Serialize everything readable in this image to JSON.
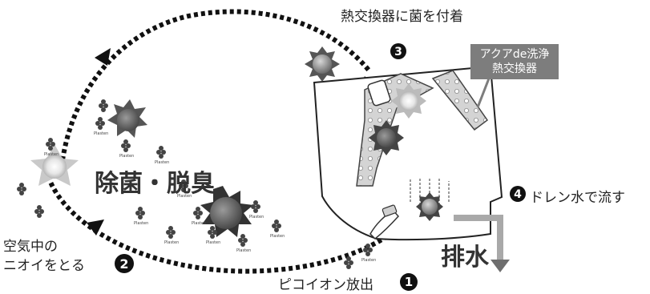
{
  "labels": {
    "step3": "熱交換器に菌を付着",
    "step4": "ドレン水で流す",
    "air_line1": "空気中の",
    "air_line2": "ニオイをとる",
    "plasmacluster": "ピコイオン放出",
    "deodorize": "除菌・脱臭",
    "drain": "排水",
    "hx_line1": "アクアde洗浄",
    "hx_line2": "熱交換器",
    "ion_small": "Plasten"
  },
  "step_numbers": {
    "n1": "1",
    "n2": "2",
    "n3": "3",
    "n4": "4"
  },
  "colors": {
    "dark": "#1a1a1a",
    "gray": "#7d7d7d",
    "fin": "#c8c8c8",
    "pipe": "#a9a9a9"
  }
}
